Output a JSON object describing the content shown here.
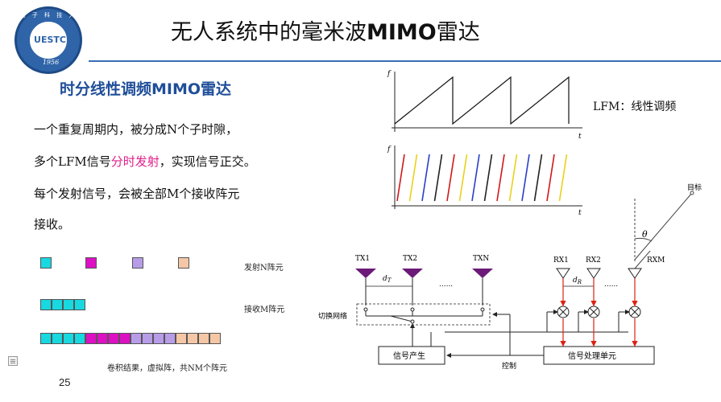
{
  "header": {
    "title_prefix": "无人系统中的毫米波",
    "title_bold": "MIMO",
    "title_suffix": "雷达",
    "logo_text": "UESTC",
    "logo_year": "1956",
    "logo_arc": "电 子 科 技 大 学"
  },
  "subtitle": "时分线性调频MIMO雷达",
  "body": {
    "line1": "一个重复周期内，被分成N个子时隙，",
    "line2_pre": "多个LFM信号",
    "line2_hl": "分时发射",
    "line2_post": "，实现信号正交。",
    "line3": "每个发射信号，会被全部M个接收阵元",
    "line4": "接收。"
  },
  "lfm_label": "LFM：线性调频",
  "plots": {
    "f_label": "f",
    "t_label": "t"
  },
  "arrays": {
    "tx_label": "发射N阵元",
    "rx_label": "接收M阵元",
    "virtual_label": "卷积结果，虚拟阵，共NM个阵元",
    "colors": {
      "cyan": "#18d8e0",
      "magenta": "#dd10c4",
      "lavender": "#b89ce8",
      "peach": "#f5c7a6"
    }
  },
  "diagram": {
    "tx1": "TX1",
    "tx2": "TX2",
    "txn": "TXN",
    "rx1": "RX1",
    "rx2": "RX2",
    "rxm": "RXM",
    "dots": "......",
    "dt": "d",
    "dt_sub": "T",
    "dr": "d",
    "dr_sub": "R",
    "switch_net": "切换网络",
    "signal_gen": "信号产生",
    "signal_proc": "信号处理单元",
    "control": "控制",
    "target": "目标",
    "theta": "θ"
  },
  "page_number": "25"
}
